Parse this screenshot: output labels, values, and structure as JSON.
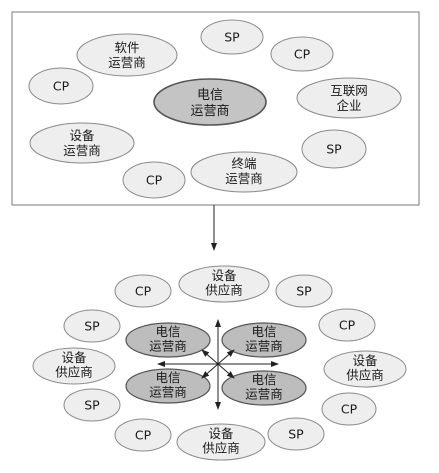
{
  "colors": {
    "node_fill": "#eeeeee",
    "node_stroke": "#8a8a8a",
    "core_fill": "#c4c4c4",
    "core_stroke": "#555555",
    "arrow": "#222222"
  },
  "top_diagram": {
    "nodes": {
      "sp_top": "SP",
      "cp_top_right": "CP",
      "software_line1": "软件",
      "software_line2": "运营商",
      "cp_left": "CP",
      "telecom_line1": "电信",
      "telecom_line2": "运营商",
      "internet_line1": "互联网",
      "internet_line2": "企业",
      "equipment_line1": "设备",
      "equipment_line2": "运营商",
      "sp_right": "SP",
      "cp_bottom": "CP",
      "terminal_line1": "终端",
      "terminal_line2": "运营商"
    }
  },
  "bottom_diagram": {
    "core": {
      "top_left_line1": "电信",
      "top_left_line2": "运营商",
      "top_right_line1": "电信",
      "top_right_line2": "运营商",
      "bottom_left_line1": "电信",
      "bottom_left_line2": "运营商",
      "bottom_right_line1": "电信",
      "bottom_right_line2": "运营商"
    },
    "ring": {
      "cp_top_left": "CP",
      "supplier_top_line1": "设备",
      "supplier_top_line2": "供应商",
      "sp_top_right": "SP",
      "sp_left": "SP",
      "cp_right": "CP",
      "supplier_left_line1": "设备",
      "supplier_left_line2": "供应商",
      "supplier_right_line1": "设备",
      "supplier_right_line2": "供应商",
      "sp_lower_left": "SP",
      "cp_lower_right": "CP",
      "cp_bottom_left": "CP",
      "supplier_bottom_line1": "设备",
      "supplier_bottom_line2": "供应商",
      "sp_bottom_right": "SP"
    }
  }
}
